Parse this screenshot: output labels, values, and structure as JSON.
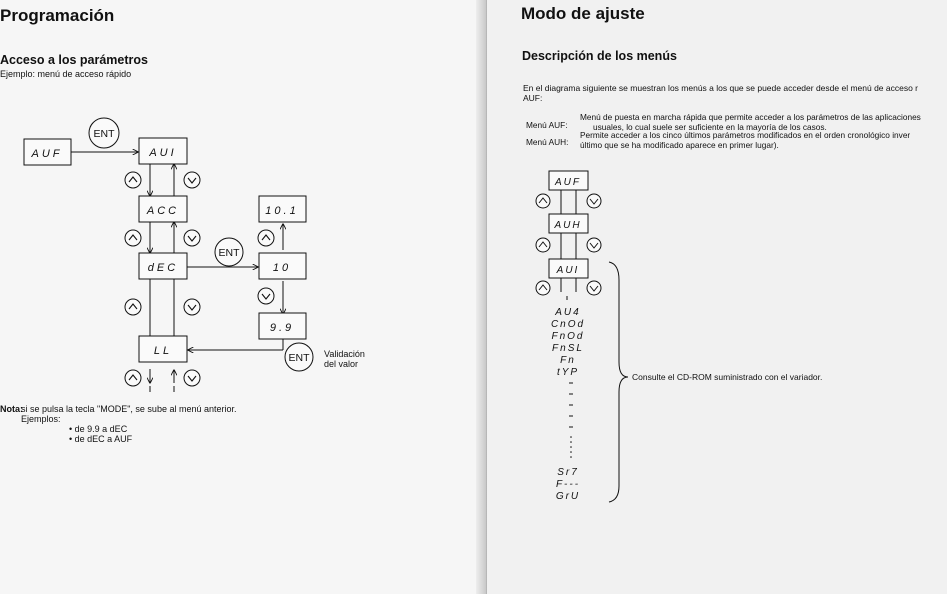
{
  "left_page": {
    "title": "Programación",
    "section_title": "Acceso a los parámetros",
    "example_caption": "Ejemplo: menú de acceso rápido",
    "diagram": {
      "displays": [
        "AUF",
        "AUI",
        "ACC",
        "dEC",
        "10.1",
        "10",
        "9.9",
        "LL"
      ],
      "ent_label": "ENT",
      "validation_line1": "Validación",
      "validation_line2": "del valor"
    },
    "note_label": "Nota:",
    "note_text": "si se pulsa la tecla \"MODE\", se sube al menú anterior.",
    "examples_label": "Ejemplos:",
    "examples": [
      "• de 9.9 a dEC",
      "• de dEC a AUF"
    ]
  },
  "right_page": {
    "title": "Modo de ajuste",
    "section_title": "Descripción de los menús",
    "intro_line1": "En el diagrama siguiente se muestran los menús a los que se puede acceder desde el menú de acceso r",
    "intro_line2": "AUF:",
    "menu_auf_label": "Menú AUF:",
    "menu_auf_line1": "Menú de puesta en marcha rápida que permite acceder a los parámetros de las aplicaciones",
    "menu_auf_line2": "usuales, lo cual suele ser suficiente en la mayoría de los casos.",
    "menu_auh_label": "Menú AUH:",
    "menu_auh_line1": "Permite acceder a los cinco últimos parámetros modificados en el orden cronológico inver",
    "menu_auh_line2": "último que se ha modificado aparece en primer lugar).",
    "diagram": {
      "displays": [
        "AUF",
        "AUH",
        "AUI"
      ],
      "list_items": [
        "AU4",
        "CnOd",
        "FnOd",
        "FnSL",
        "Fn",
        "tYP"
      ],
      "bottom_items": [
        "Sr7",
        "F---",
        "GrU"
      ]
    },
    "cdrom_note": "Consulte el CD-ROM suministrado con el variador."
  }
}
